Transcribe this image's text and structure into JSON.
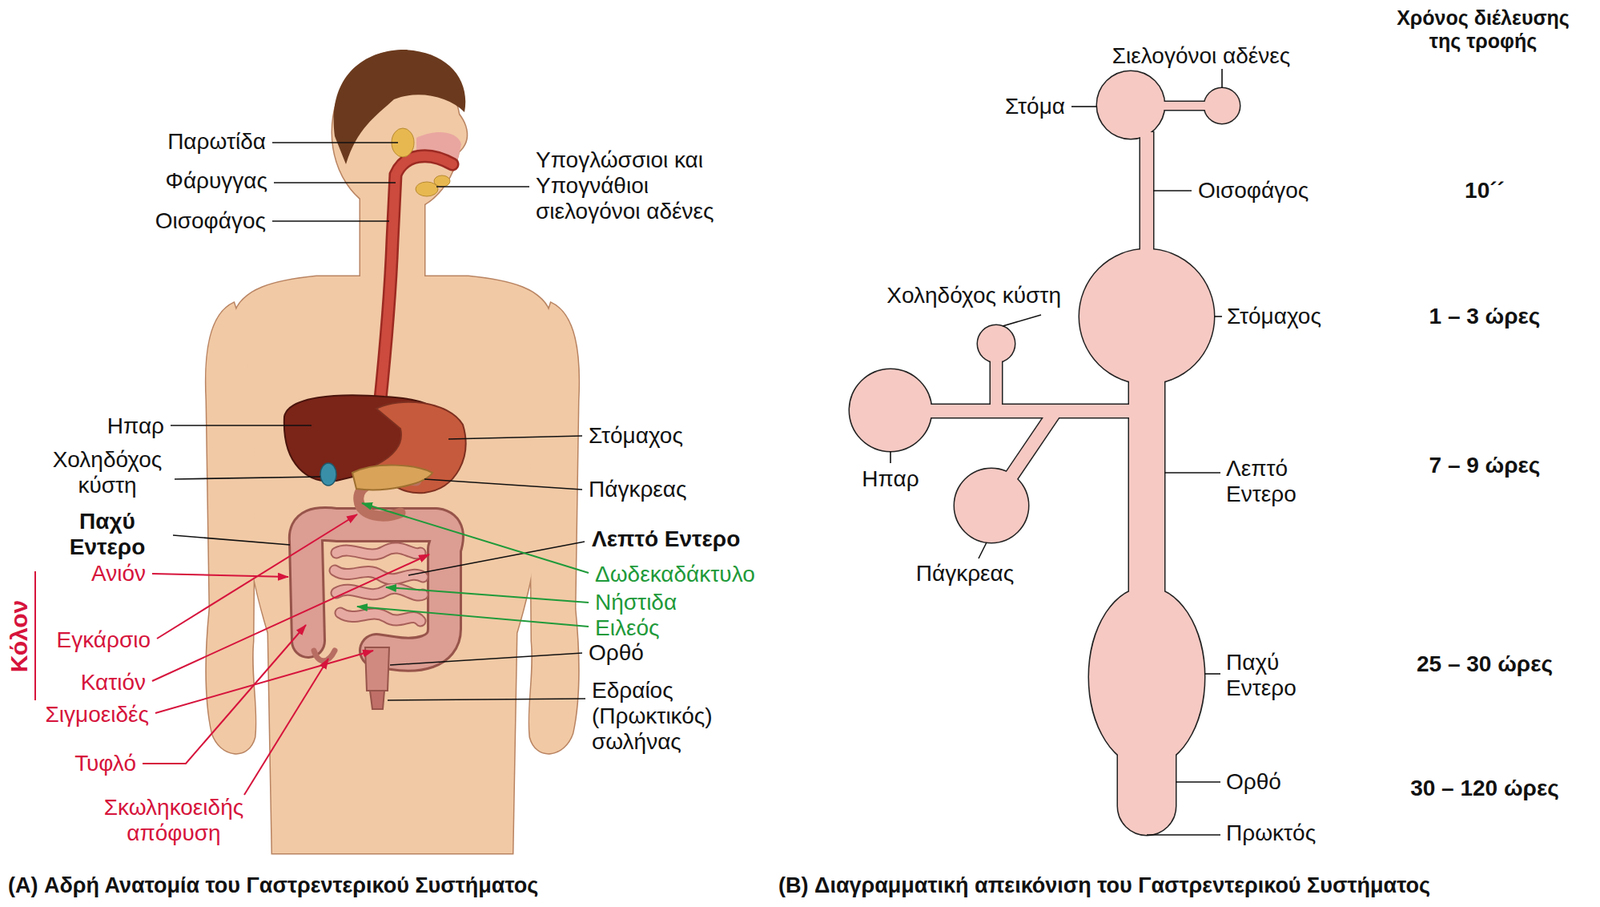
{
  "diagram": {
    "labels": [
      "Παρωτίδα",
      "Υπογλώσσιοι και Υπογνάθιοι σιελογόνοι αδένες",
      "Φάρυγγας",
      "Οισοφάγος",
      "Ηπαρ",
      "Στόμαχος",
      "Χοληδόχος κύστη",
      "Πάγκρεας",
      "Παχύ Εντερο",
      "Λεπτό Εντερο",
      "Ανιόν",
      "Δωδεκαδάκτυλο",
      "Νήστιδα",
      "Ειλεός",
      "Εγκάρσιο",
      "Κόλον",
      "Ορθό",
      "Κατιόν",
      "Εδραίος (Πρωκτικός) σωλήνας",
      "Σιγμοειδές",
      "Τυφλό",
      "Σκωληκοειδής απόφυση",
      "(A) Αδρή Ανατομία του Γαστρεντερικού Συστήματος",
      "Χρόνος διέλευσης της τροφής",
      "Σιελογόνοι αδένες",
      "Στόμα",
      "Οισοφάγος",
      "10´´",
      "Χοληδόχος κύστη",
      "Στόμαχος",
      "1 – 3 ώρες",
      "Ηπαρ",
      "Λεπτό Εντερο",
      "7 – 9 ώρες",
      "Πάγκρεας",
      "Παχύ Εντερο",
      "25 – 30 ώρες",
      "Ορθό",
      "30 – 120 ώρες",
      "Πρωκτός",
      "(B) Διαγραμματική απεικόνιση του Γαστρεντερικού Συστήματος"
    ]
  }
}
